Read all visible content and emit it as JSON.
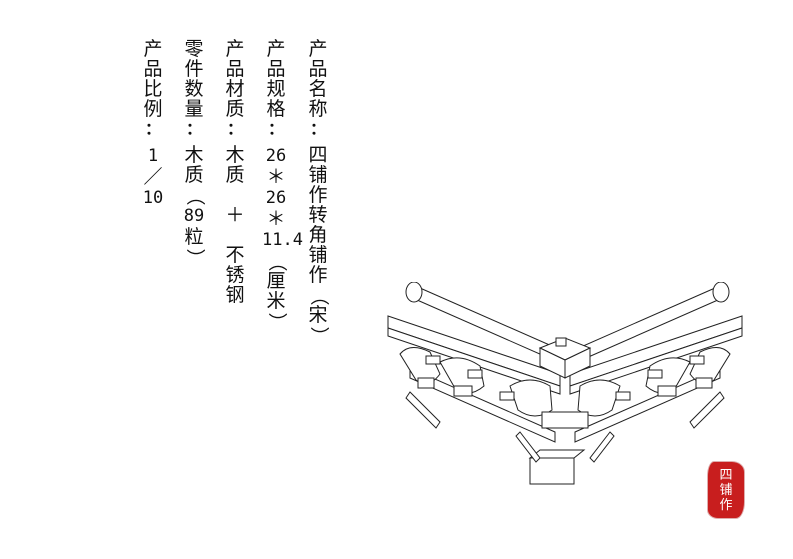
{
  "specs": [
    {
      "label": "产品名称",
      "value": "四铺作转角铺作（宋）"
    },
    {
      "label": "产品规格",
      "value": "26＊26＊11.4（厘米）"
    },
    {
      "label": "产品材质",
      "value": "木质 ＋ 不锈钢"
    },
    {
      "label": "零件数量",
      "value": "木质（89粒）"
    },
    {
      "label": "产品比例",
      "value": "1／10"
    }
  ],
  "colon": "：",
  "seal": {
    "text": "四铺作",
    "color": "#c81e1e"
  }
}
